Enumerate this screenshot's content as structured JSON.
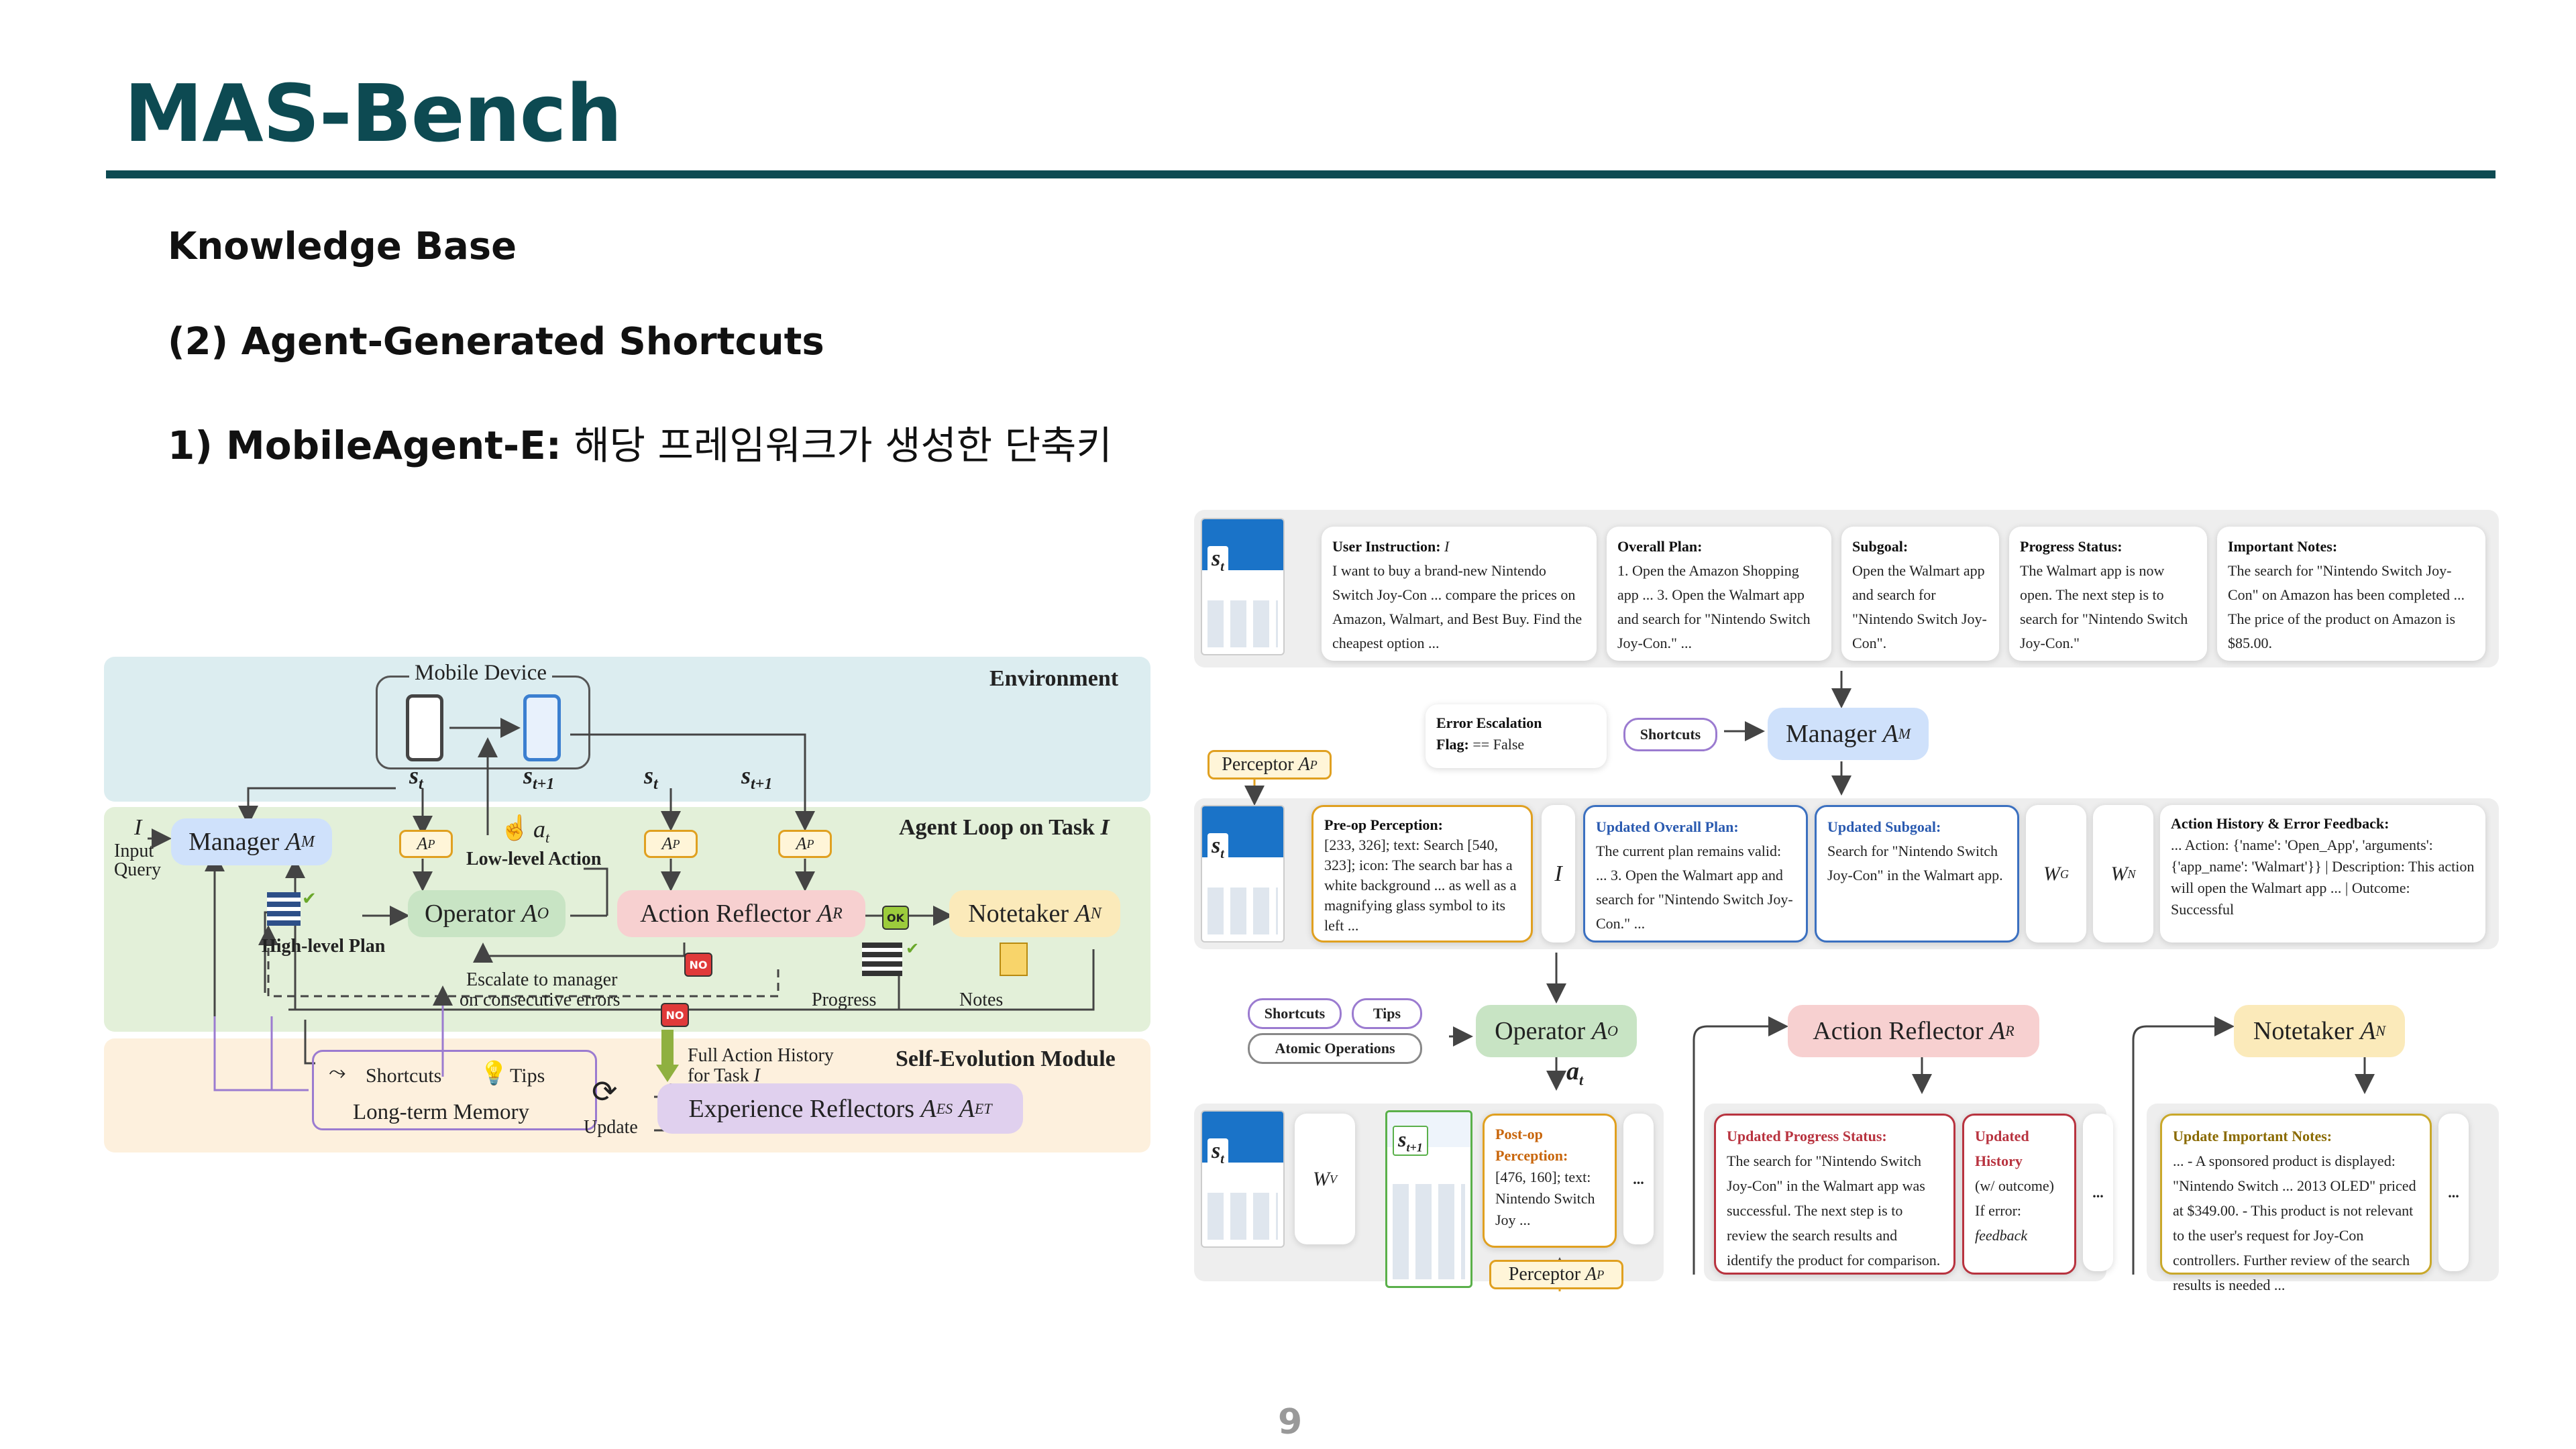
{
  "slide": {
    "title": "MAS-Bench",
    "heading1": "Knowledge Base",
    "heading2": "(2) Agent-Generated Shortcuts",
    "heading3_bold": "1) MobileAgent-E:",
    "heading3_rest": " 해당 프레임워크가 생성한 단축키",
    "page_number": "9",
    "accent_color": "#0d4a52"
  },
  "left_diagram": {
    "environment_label": "Environment",
    "mobile_device": "Mobile Device",
    "s_t": "s",
    "s_t_sub": "t",
    "s_t1_sub": "t+1",
    "agent_loop_label": "Agent Loop on Task ",
    "agent_loop_var": "I",
    "input_I": "I",
    "input_label": "Input",
    "query_label": "Query",
    "manager": "Manager ",
    "manager_sym": "A",
    "manager_sub": "M",
    "ap_tag": "A",
    "ap_sub": "P",
    "a_t": "a",
    "a_t_sub": "t",
    "low_level_action": "Low-level Action",
    "high_level_plan": "High-level Plan",
    "operator": "Operator ",
    "operator_sub": "O",
    "action_reflector": "Action Reflector ",
    "action_reflector_sub": "R",
    "notetaker": "Notetaker ",
    "notetaker_sub": "N",
    "ok": "OK",
    "no": "NO",
    "escalate": "Escalate to manager",
    "escalate2": "on consecutive errors",
    "progress": "Progress",
    "notes": "Notes",
    "self_evo_label": "Self-Evolution Module",
    "full_action_history": "Full Action History",
    "for_task": "for Task ",
    "shortcuts": "Shortcuts",
    "tips": "Tips",
    "long_term_memory": "Long-term Memory",
    "update": "Update",
    "experience_reflectors": "Experience Reflectors ",
    "es_sub": "ES",
    "et_sub": "ET"
  },
  "right_diagram": {
    "row1": {
      "user_instruction_title": "User Instruction: ",
      "user_instruction_text": "I want to buy a brand-new Nintendo Switch Joy-Con ... compare the prices on Amazon, Walmart, and Best Buy. Find the cheapest option ...",
      "overall_plan_title": "Overall Plan: ",
      "overall_plan_text": "1. Open the Amazon Shopping app ... 3. Open the Walmart app and search for \"Nintendo Switch Joy-Con.\" ...",
      "subgoal_title": "Subgoal: ",
      "subgoal_text": "Open the Walmart app and search for \"Nintendo Switch Joy-Con\".",
      "progress_title": "Progress Status:",
      "progress_text": "The Walmart app is now open. The next step is to search for \"Nintendo Switch Joy-Con.\"",
      "notes_title": "Important Notes:",
      "notes_text": "The search for \"Nintendo Switch Joy-Con\" on Amazon has been completed ... The price of the product on Amazon is $85.00."
    },
    "error_escalation": "Error Escalation",
    "flag": "Flag: ",
    "flag_value": " == False",
    "shortcuts": "Shortcuts",
    "manager": "Manager ",
    "perceptor": "Perceptor ",
    "row2": {
      "preop_title": "Pre-op Perception: ",
      "preop_text": "[233, 326]; text: Search [540, 323]; icon: The search bar has a white background ... as well as a magnifying glass symbol to its left ...",
      "updated_plan_title": "Updated Overall Plan: ",
      "updated_plan_text": "The current plan remains valid: ... 3. Open the Walmart app and search for \"Nintendo Switch Joy-Con.\" ...",
      "updated_subgoal_title": "Updated Subgoal: ",
      "updated_subgoal_text": "Search for \"Nintendo Switch Joy-Con\" in the Walmart app.",
      "history_title": "Action History & Error Feedback: ",
      "history_text": "... Action: {'name': 'Open_App', 'arguments': {'app_name': 'Walmart'}} | Description: This action will open the Walmart app ... | Outcome: Successful"
    },
    "tips": "Tips",
    "atomic_operations": "Atomic Operations",
    "operator": "Operator ",
    "action_reflector": "Action Reflector ",
    "notetaker": "Notetaker ",
    "row3": {
      "postop_title": "Post-op Perception:",
      "postop_text": "[476, 160]; text: Nintendo Switch Joy ...",
      "progress_title": "Updated Progress Status: ",
      "progress_text": "The search for \"Nintendo Switch Joy-Con\" in the Walmart app was successful. The next step is to review the search results and identify the product for comparison.",
      "history_title": "Updated History",
      "history_text1": "(w/ outcome)",
      "history_text2": "If error:",
      "history_text3": "feedback",
      "notes_title": "Update Important Notes:",
      "notes_text": "... - A sponsored product is displayed: \"Nintendo Switch ... 2013 OLED\" priced at $349.00. - This product is not relevant to the user's request for Joy-Con controllers.  Further review of the search results is needed ...",
      "ellipsis": "..."
    }
  }
}
